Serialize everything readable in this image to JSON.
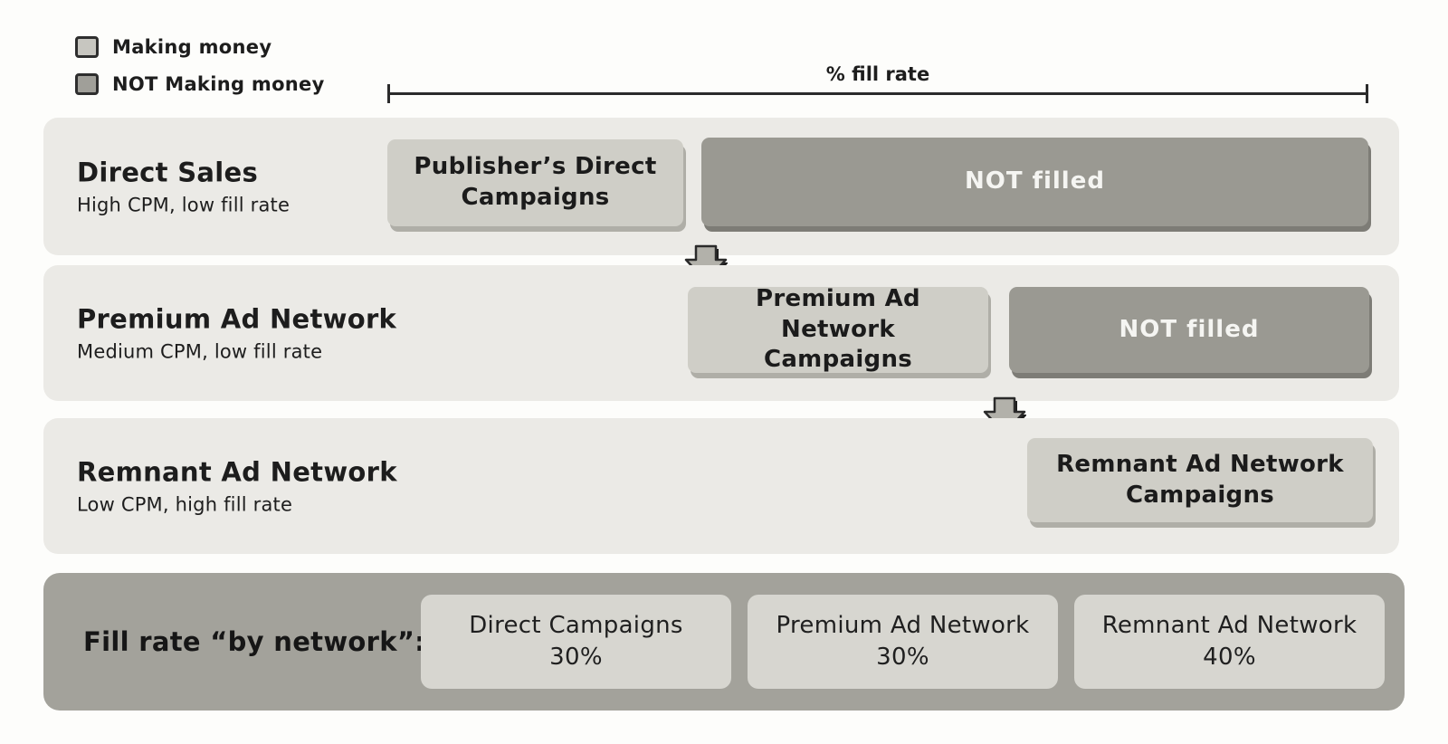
{
  "legend": {
    "items": [
      {
        "label": "Making money",
        "swatch_color": "#c7c6c0"
      },
      {
        "label": "NOT Making money",
        "swatch_color": "#a09f99"
      }
    ]
  },
  "axis": {
    "label": "% fill rate"
  },
  "rows": [
    {
      "title": "Direct Sales",
      "subtitle": "High CPM, low fill rate",
      "boxes": [
        {
          "label": "Publisher’s Direct Campaigns",
          "status": "making-money"
        },
        {
          "label": "NOT filled",
          "status": "not-making-money"
        }
      ]
    },
    {
      "title": "Premium Ad Network",
      "subtitle": "Medium CPM, low fill rate",
      "boxes": [
        {
          "label": "Premium Ad Network Campaigns",
          "status": "making-money"
        },
        {
          "label": "NOT filled",
          "status": "not-making-money"
        }
      ]
    },
    {
      "title": "Remnant Ad Network",
      "subtitle": "Low CPM, high fill rate",
      "boxes": [
        {
          "label": "Remnant Ad Network Campaigns",
          "status": "making-money"
        }
      ]
    }
  ],
  "footer": {
    "label": "Fill rate “by network”:",
    "boxes": [
      {
        "name": "Direct Campaigns",
        "value": "30%"
      },
      {
        "name": "Premium Ad Network",
        "value": "30%"
      },
      {
        "name": "Remnant Ad Network",
        "value": "40%"
      }
    ]
  },
  "colors": {
    "page_background": "#fdfdfb",
    "row_background": "#ebeae6",
    "making_money_box": "#cfcec7",
    "not_making_money_box": "#9a9992",
    "footer_bar": "#a3a29b",
    "footer_box": "#d7d6d0",
    "text": "#1d1d1d",
    "not_filled_text": "#f5f5f2"
  }
}
